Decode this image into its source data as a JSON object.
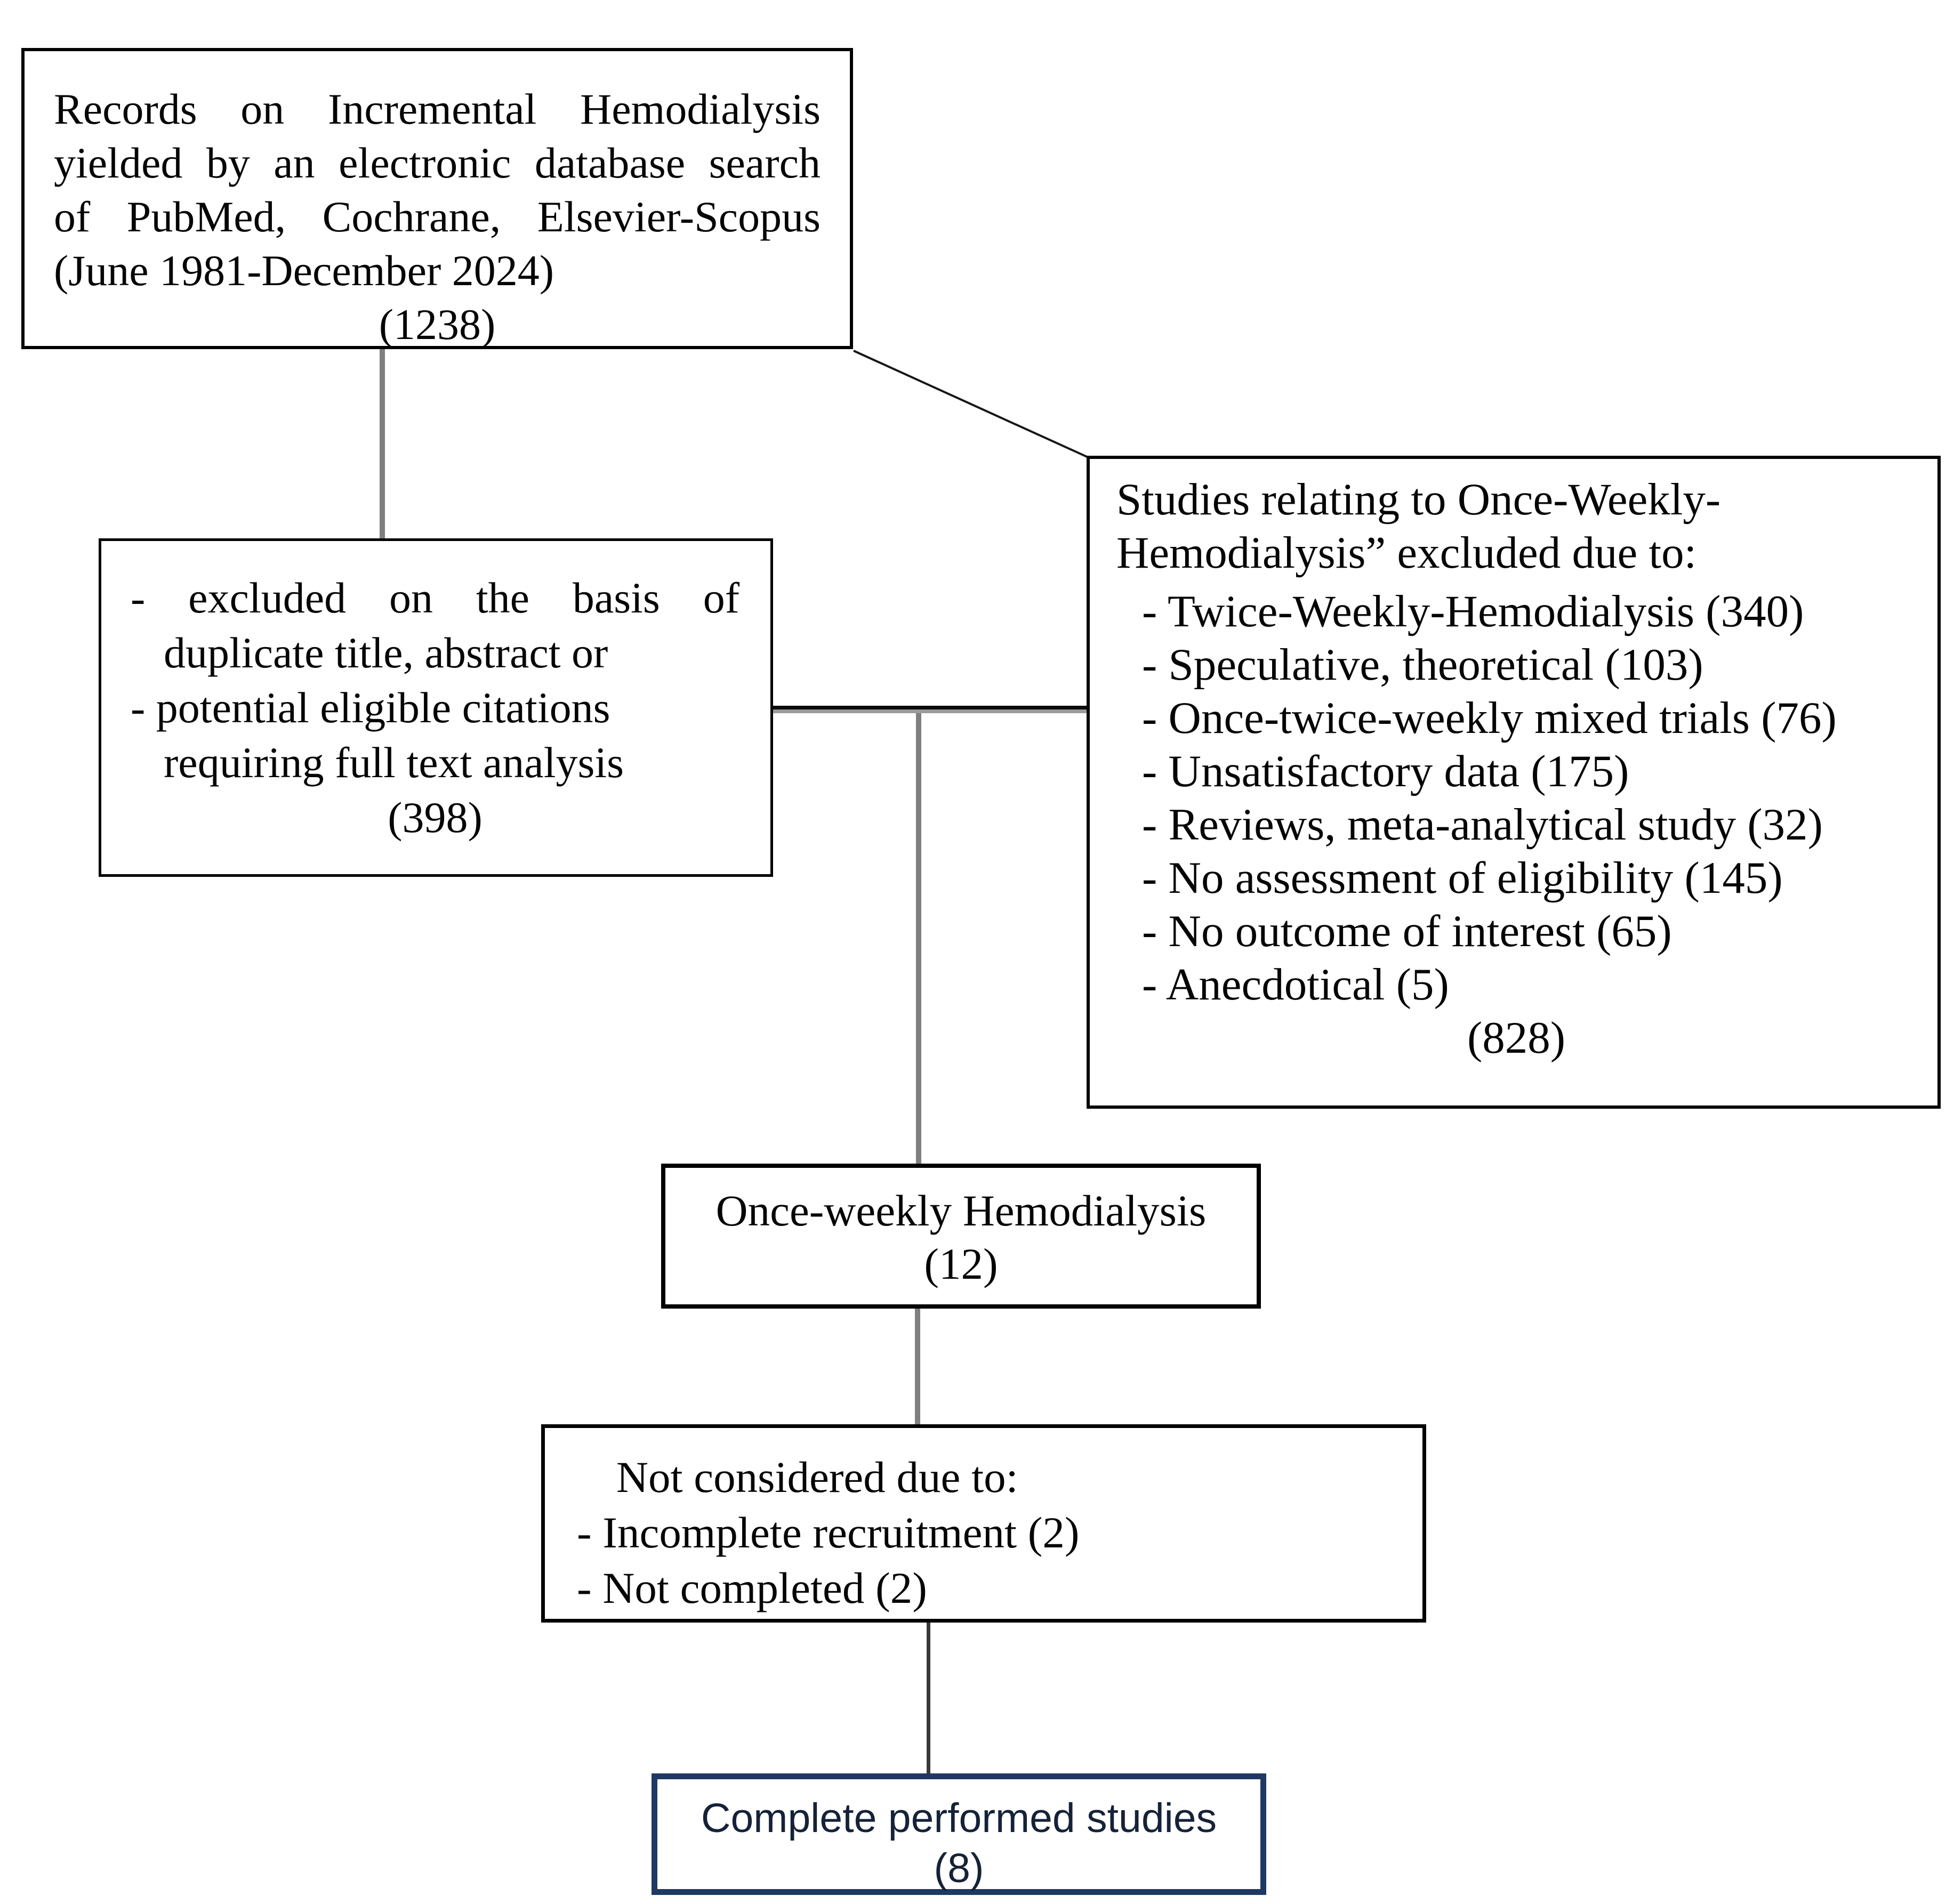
{
  "colors": {
    "box_border": "#000000",
    "accent_navy": "#1f3864",
    "connector_gray": "#7f7f7f",
    "connector_dark": "#3a3a3a",
    "text": "#050505",
    "background": "#ffffff"
  },
  "boxes": {
    "records": {
      "line1": "Records on Incremental Hemodialysis",
      "line2": "yielded by an electronic database search",
      "line3": "of PubMed, Cochrane, Elsevier-Scopus",
      "line4": "(June 1981-December 2024)",
      "count": "(1238)"
    },
    "screening": {
      "line1": "- excluded on the basis of",
      "line2": "duplicate title, abstract or",
      "line3": "- potential eligible citations",
      "line4": "requiring full text analysis",
      "count": "(398)"
    },
    "owh_excluded": {
      "title_line1": "Studies relating to Once-Weekly-",
      "title_line2": "Hemodialysis” excluded due to:",
      "items": [
        "- Twice-Weekly-Hemodialysis (340)",
        "- Speculative, theoretical (103)",
        "- Once-twice-weekly mixed trials (76)",
        "- Unsatisfactory data (175)",
        "- Reviews, meta-analytical study (32)",
        "- No assessment of eligibility (145)",
        "- No outcome of interest (65)",
        "- Anecdotical (5)"
      ],
      "count": "(828)"
    },
    "once_weekly": {
      "title": "Once-weekly Hemodialysis",
      "count": "(12)"
    },
    "not_considered": {
      "title": "Not considered due to:",
      "items": [
        "- Incomplete recruitment (2)",
        "- Not completed (2)"
      ]
    },
    "complete": {
      "title": "Complete performed studies",
      "count": "(8)"
    }
  }
}
